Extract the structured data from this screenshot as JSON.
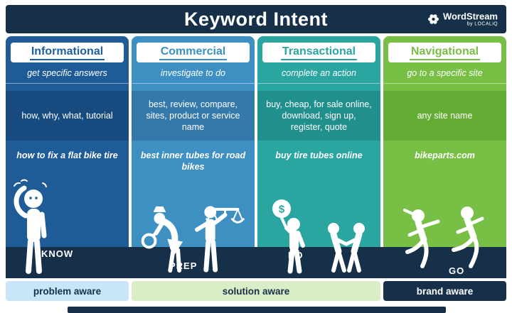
{
  "header": {
    "title": "Keyword Intent",
    "brand": {
      "name": "WordStream",
      "byline": "by LOCALiQ"
    }
  },
  "columns": [
    {
      "title": "Informational",
      "tagline": "get specific answers",
      "keywords": "how, why, what, tutorial",
      "example": "how to fix a flat bike tire",
      "stage": "KNOW",
      "figure": "person-scratching-head",
      "colors": {
        "base": "#1e5b97",
        "keyword_band": "#174b80",
        "title_text": "#1d5fa0"
      }
    },
    {
      "title": "Commercial",
      "tagline": "investigate to do",
      "keywords": "best, review, compare, sites, product or service name",
      "example": "best inner tubes for road bikes",
      "stage": "PREP",
      "figure": "detective-with-magnifier-and-scales",
      "colors": {
        "base": "#3f90c2",
        "keyword_band": "#3479aa",
        "title_text": "#3a8fc4"
      }
    },
    {
      "title": "Transactional",
      "tagline": "complete an action",
      "keywords": "buy, cheap, for sale online, download, sign up, register, quote",
      "example": "buy tire tubes online",
      "stage": "DO",
      "sign_symbol": "$",
      "figure": "dollar-sign-and-handshake",
      "colors": {
        "base": "#2ba5a0",
        "keyword_band": "#218f8b",
        "title_text": "#2aa5a1"
      }
    },
    {
      "title": "Navigational",
      "tagline": "go to a specific site",
      "keywords": "any site name",
      "example": "bikeparts.com",
      "stage": "GO",
      "figure": "two-people-running",
      "colors": {
        "base": "#77bf45",
        "keyword_band": "#64ad35",
        "title_text": "#77bf45"
      }
    }
  ],
  "awareness": [
    {
      "label": "problem aware",
      "bg": "#c9e6f8",
      "fg": "#16304a"
    },
    {
      "label": "solution aware",
      "bg": "#d9eec6",
      "fg": "#16304a"
    },
    {
      "label": "brand aware",
      "bg": "#16304a",
      "fg": "#ffffff"
    }
  ],
  "theme": {
    "navy": "#16304a",
    "text_on_color": "#ffffff"
  }
}
